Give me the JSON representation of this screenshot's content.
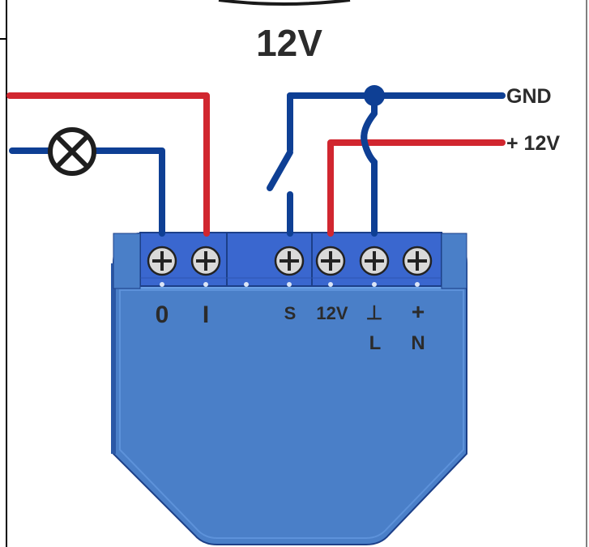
{
  "title": "12V",
  "supply_labels": {
    "gnd": "GND",
    "plus12v": "+ 12V"
  },
  "terminals": {
    "t0": "0",
    "t1": "I",
    "ts": "S",
    "t12v": "12V",
    "tl_symbol": "⊥",
    "tl": "L",
    "tn_symbol": "+",
    "tn": "N"
  },
  "colors": {
    "wire_red": "#d1262f",
    "wire_blue": "#0e3f94",
    "device_body": "#4a7fc8",
    "terminal_block": "#3a67cf"
  }
}
